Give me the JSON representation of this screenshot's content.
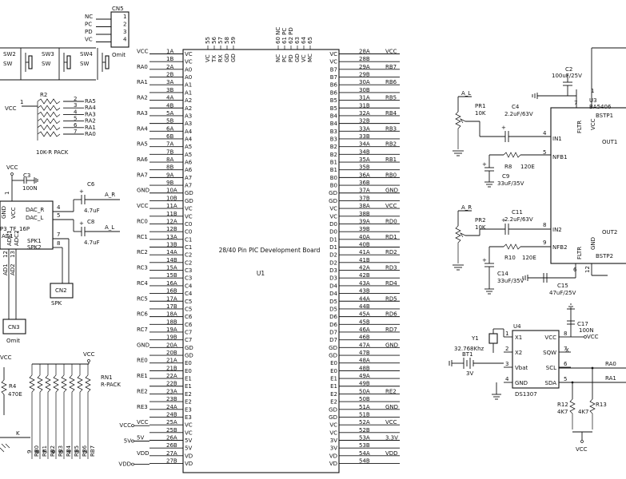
{
  "board": {
    "title": "28/40 Pin PIC Development Board",
    "ref": "U1",
    "top_left_pins": [
      "55",
      "56",
      "57",
      "58",
      "59"
    ],
    "top_left_names": [
      "VC",
      "TX",
      "RX",
      "GD",
      "GD"
    ],
    "top_right_pins": [
      "60 NC",
      "61 PC",
      "62 PD",
      "63",
      "64",
      "65"
    ],
    "top_right_names": [
      "NC",
      "PC",
      "PD",
      "GD",
      "VC",
      "MC"
    ],
    "left_pins": [
      {
        "net": "VCC",
        "pin": "1A",
        "name": "VC"
      },
      {
        "net": "",
        "pin": "1B",
        "name": "VC"
      },
      {
        "net": "RA0",
        "pin": "2A",
        "name": "A0"
      },
      {
        "net": "",
        "pin": "2B",
        "name": "A0"
      },
      {
        "net": "RA1",
        "pin": "3A",
        "name": "A1"
      },
      {
        "net": "",
        "pin": "3B",
        "name": "A1"
      },
      {
        "net": "RA2",
        "pin": "4A",
        "name": "A2"
      },
      {
        "net": "",
        "pin": "4B",
        "name": "A2"
      },
      {
        "net": "RA3",
        "pin": "5A",
        "name": "A3"
      },
      {
        "net": "",
        "pin": "5B",
        "name": "A3"
      },
      {
        "net": "RA4",
        "pin": "6A",
        "name": "A4"
      },
      {
        "net": "",
        "pin": "6B",
        "name": "A4"
      },
      {
        "net": "RA5",
        "pin": "7A",
        "name": "A5"
      },
      {
        "net": "",
        "pin": "7B",
        "name": "A5"
      },
      {
        "net": "RA6",
        "pin": "8A",
        "name": "A6"
      },
      {
        "net": "",
        "pin": "8B",
        "name": "A6"
      },
      {
        "net": "RA7",
        "pin": "9A",
        "name": "A7"
      },
      {
        "net": "",
        "pin": "9B",
        "name": "A7"
      },
      {
        "net": "GND",
        "pin": "10A",
        "name": "GD"
      },
      {
        "net": "",
        "pin": "10B",
        "name": "GD"
      },
      {
        "net": "VCC",
        "pin": "11A",
        "name": "VC"
      },
      {
        "net": "",
        "pin": "11B",
        "name": "VC"
      },
      {
        "net": "RC0",
        "pin": "12A",
        "name": "C0"
      },
      {
        "net": "",
        "pin": "12B",
        "name": "C0"
      },
      {
        "net": "RC1",
        "pin": "13A",
        "name": "C1"
      },
      {
        "net": "",
        "pin": "13B",
        "name": "C1"
      },
      {
        "net": "RC2",
        "pin": "14A",
        "name": "C2"
      },
      {
        "net": "",
        "pin": "14B",
        "name": "C2"
      },
      {
        "net": "RC3",
        "pin": "15A",
        "name": "C3"
      },
      {
        "net": "",
        "pin": "15B",
        "name": "C3"
      },
      {
        "net": "RC4",
        "pin": "16A",
        "name": "C4"
      },
      {
        "net": "",
        "pin": "16B",
        "name": "C4"
      },
      {
        "net": "RC5",
        "pin": "17A",
        "name": "C5"
      },
      {
        "net": "",
        "pin": "17B",
        "name": "C5"
      },
      {
        "net": "RC6",
        "pin": "18A",
        "name": "C6"
      },
      {
        "net": "",
        "pin": "18B",
        "name": "C6"
      },
      {
        "net": "RC7",
        "pin": "19A",
        "name": "C7"
      },
      {
        "net": "",
        "pin": "19B",
        "name": "C7"
      },
      {
        "net": "GND",
        "pin": "20A",
        "name": "GD"
      },
      {
        "net": "",
        "pin": "20B",
        "name": "GD"
      },
      {
        "net": "RE0",
        "pin": "21A",
        "name": "E0"
      },
      {
        "net": "",
        "pin": "21B",
        "name": "E0"
      },
      {
        "net": "RE1",
        "pin": "22A",
        "name": "E1"
      },
      {
        "net": "",
        "pin": "22B",
        "name": "E1"
      },
      {
        "net": "RE2",
        "pin": "23A",
        "name": "E2"
      },
      {
        "net": "",
        "pin": "23B",
        "name": "E2"
      },
      {
        "net": "RE3",
        "pin": "24A",
        "name": "E3"
      },
      {
        "net": "",
        "pin": "24B",
        "name": "E3"
      },
      {
        "net": "VCC",
        "pin": "25A",
        "name": "VC"
      },
      {
        "net": "",
        "pin": "25B",
        "name": "VC"
      },
      {
        "net": "5V",
        "pin": "26A",
        "name": "5V"
      },
      {
        "net": "",
        "pin": "26B",
        "name": "5V"
      },
      {
        "net": "VDD",
        "pin": "27A",
        "name": "VD"
      },
      {
        "net": "",
        "pin": "27B",
        "name": "VD"
      }
    ],
    "right_pins": [
      {
        "net": "VCC",
        "pin": "28A",
        "name": "VC"
      },
      {
        "net": "",
        "pin": "28B",
        "name": "VC"
      },
      {
        "net": "RB7",
        "pin": "29A",
        "name": "B7"
      },
      {
        "net": "",
        "pin": "29B",
        "name": "B7"
      },
      {
        "net": "RB6",
        "pin": "30A",
        "name": "B6"
      },
      {
        "net": "",
        "pin": "30B",
        "name": "B6"
      },
      {
        "net": "RB5",
        "pin": "31A",
        "name": "B5"
      },
      {
        "net": "",
        "pin": "31B",
        "name": "B5"
      },
      {
        "net": "RB4",
        "pin": "32A",
        "name": "B4"
      },
      {
        "net": "",
        "pin": "32B",
        "name": "B4"
      },
      {
        "net": "RB3",
        "pin": "33A",
        "name": "B3"
      },
      {
        "net": "",
        "pin": "33B",
        "name": "B3"
      },
      {
        "net": "RB2",
        "pin": "34A",
        "name": "B2"
      },
      {
        "net": "",
        "pin": "34B",
        "name": "B2"
      },
      {
        "net": "RB1",
        "pin": "35A",
        "name": "B1"
      },
      {
        "net": "",
        "pin": "35B",
        "name": "B1"
      },
      {
        "net": "RB0",
        "pin": "36A",
        "name": "B0"
      },
      {
        "net": "",
        "pin": "36B",
        "name": "B0"
      },
      {
        "net": "GND",
        "pin": "37A",
        "name": "GD"
      },
      {
        "net": "",
        "pin": "37B",
        "name": "GD"
      },
      {
        "net": "VCC",
        "pin": "38A",
        "name": "VC"
      },
      {
        "net": "",
        "pin": "38B",
        "name": "VC"
      },
      {
        "net": "RD0",
        "pin": "39A",
        "name": "D0"
      },
      {
        "net": "",
        "pin": "39B",
        "name": "D0"
      },
      {
        "net": "RD1",
        "pin": "40A",
        "name": "D1"
      },
      {
        "net": "",
        "pin": "40B",
        "name": "D1"
      },
      {
        "net": "RD2",
        "pin": "41A",
        "name": "D2"
      },
      {
        "net": "",
        "pin": "41B",
        "name": "D2"
      },
      {
        "net": "RD3",
        "pin": "42A",
        "name": "D3"
      },
      {
        "net": "",
        "pin": "42B",
        "name": "D3"
      },
      {
        "net": "RD4",
        "pin": "43A",
        "name": "D4"
      },
      {
        "net": "",
        "pin": "43B",
        "name": "D4"
      },
      {
        "net": "RD5",
        "pin": "44A",
        "name": "D5"
      },
      {
        "net": "",
        "pin": "44B",
        "name": "D5"
      },
      {
        "net": "RD6",
        "pin": "45A",
        "name": "D6"
      },
      {
        "net": "",
        "pin": "45B",
        "name": "D6"
      },
      {
        "net": "RD7",
        "pin": "46A",
        "name": "D7"
      },
      {
        "net": "",
        "pin": "46B",
        "name": "D7"
      },
      {
        "net": "GND",
        "pin": "47A",
        "name": "GD"
      },
      {
        "net": "",
        "pin": "47B",
        "name": "GD"
      },
      {
        "net": "",
        "pin": "48A",
        "name": "E0"
      },
      {
        "net": "",
        "pin": "48B",
        "name": "E0"
      },
      {
        "net": "",
        "pin": "49A",
        "name": "E1"
      },
      {
        "net": "",
        "pin": "49B",
        "name": "E1"
      },
      {
        "net": "RE2",
        "pin": "50A",
        "name": "E2"
      },
      {
        "net": "",
        "pin": "50B",
        "name": "E2"
      },
      {
        "net": "GND",
        "pin": "51A",
        "name": "GD"
      },
      {
        "net": "",
        "pin": "51B",
        "name": "GD"
      },
      {
        "net": "VCC",
        "pin": "52A",
        "name": "VC"
      },
      {
        "net": "",
        "pin": "52B",
        "name": "VC"
      },
      {
        "net": "3.3V",
        "pin": "53A",
        "name": "3V"
      },
      {
        "net": "",
        "pin": "53B",
        "name": "3V"
      },
      {
        "net": "VDD",
        "pin": "54A",
        "name": "VD"
      },
      {
        "net": "",
        "pin": "54B",
        "name": "VD"
      }
    ],
    "external_left": [
      {
        "label": "VCC",
        "row": 48
      },
      {
        "label": "5V",
        "row": 50
      },
      {
        "label": "VDD",
        "row": 53
      }
    ]
  },
  "connector_cn5": {
    "ref": "CN5",
    "rows": [
      [
        "NC",
        "1"
      ],
      [
        "PC",
        "2"
      ],
      [
        "PD",
        "3"
      ],
      [
        "VC",
        "4"
      ]
    ],
    "note": "Omit"
  },
  "switches": {
    "items": [
      {
        "ref": "SW2",
        "type": "SW"
      },
      {
        "ref": "SW3",
        "type": "SW"
      },
      {
        "ref": "SW4",
        "type": "SW"
      }
    ]
  },
  "rpack_r2": {
    "ref": "R2",
    "vcc": "VCC",
    "vcc_pin": "1",
    "pins": [
      "2",
      "3",
      "4",
      "5",
      "6",
      "7"
    ],
    "nets": [
      "RA5",
      "RA4",
      "RA3",
      "RA2",
      "RA1",
      "RA0"
    ],
    "footer": "10K-R PACK"
  },
  "dac": {
    "vcc": "VCC",
    "cap_ref": "C3",
    "cap_value": "100N",
    "pin_vcc": "1",
    "gnd_left": "GND",
    "vcc_left": "VCC",
    "outs": [
      {
        "pin": "4",
        "name": "DAC_R"
      },
      {
        "pin": "5",
        "name": "DAC_L"
      }
    ],
    "part": "P3_TF_16P",
    "bottom_names": [
      "ADC1",
      "ADC2"
    ],
    "spk_names": [
      "SPK1",
      "SPK2"
    ],
    "spk_pins": [
      "7",
      "8"
    ],
    "net_left": [
      "AD1",
      "AD2"
    ],
    "net_left_pins": [
      "12",
      "13"
    ],
    "out_caps": [
      {
        "ref": "C6",
        "value": "4.7uF",
        "net": "A_R"
      },
      {
        "ref": "C8",
        "value": "4.7uF",
        "net": "A_L"
      }
    ],
    "cn2": "CN2",
    "spk": "SPK",
    "cn3": "CN3",
    "cn3_note": "Omit",
    "side_labels": [
      "GND",
      "AD1"
    ]
  },
  "rpack_rn1": {
    "ref": "RN1",
    "type": "R-PACK",
    "vcc": "VCC",
    "pins": [
      "9",
      "8",
      "7",
      "6",
      "5",
      "4",
      "3",
      "2"
    ],
    "nets": [
      "RB0",
      "RB1",
      "RB2",
      "RB3",
      "RB4",
      "RB5",
      "RB6",
      "RB7"
    ]
  },
  "led": {
    "net": "VCC",
    "ref": "R4",
    "value": "470E",
    "mark": "K"
  },
  "amplifier": {
    "ref": "U3",
    "part": "BA5406",
    "pins_top": [
      "7",
      "1"
    ],
    "names": [
      "FLTR",
      "VCC"
    ],
    "in1": "IN1",
    "nfb1": "NFB1",
    "bstp1": "BSTP1",
    "out1": "OUT1",
    "in2": "IN2",
    "nfb2": "NFB2",
    "bstp2": "BSTP2",
    "out2": "OUT2",
    "fltr2": "FLTR",
    "gnd": "GND",
    "pins": {
      "in1": "4",
      "nfb1": "5",
      "in2": "8",
      "nfb2": "9",
      "fltr2": "6",
      "gnd": "12"
    },
    "top_cap": {
      "ref": "C2",
      "value": "100uF/25V"
    },
    "ch1": {
      "net": "A_L",
      "pot": "PR1",
      "pot_value": "10K",
      "cap": "C4",
      "cap_value": "2.2uF/63V",
      "res": "R8",
      "res_value": "120E",
      "cap2": "C9",
      "cap2_value": "33uF/35V"
    },
    "ch2": {
      "net": "A_R",
      "pot": "PR2",
      "pot_value": "10K",
      "cap": "C11",
      "cap_value": "2.2uF/63V",
      "res": "R10",
      "res_value": "120E",
      "cap2": "C14",
      "cap2_value": "33uF/35V",
      "cap3": "C15",
      "cap3_value": "47uF/25V"
    }
  },
  "rtc": {
    "ref": "U4",
    "part": "DS1307",
    "crystal": "Y1",
    "crystal_value": "32.768Khz",
    "battery": "BT1",
    "battery_value": "3V",
    "pins_left": [
      {
        "pin": "1",
        "name": "X1"
      },
      {
        "pin": "2",
        "name": "X2"
      },
      {
        "pin": "3",
        "name": "Vbat"
      },
      {
        "pin": "4",
        "name": "GND"
      }
    ],
    "pins_right": [
      {
        "pin": "8",
        "name": "VCC"
      },
      {
        "pin": "7",
        "name": "SQW"
      },
      {
        "pin": "6",
        "name": "SCL"
      },
      {
        "pin": "5",
        "name": "SDA"
      }
    ],
    "cap": "C17",
    "cap_value": "100N",
    "vcc": "VCC",
    "scl_net": "RA0",
    "sda_net": "RA1",
    "pullups": [
      {
        "ref": "R12",
        "value": "4K7"
      },
      {
        "ref": "R13",
        "value": "4K7"
      }
    ],
    "pull_vcc": "VCC"
  }
}
